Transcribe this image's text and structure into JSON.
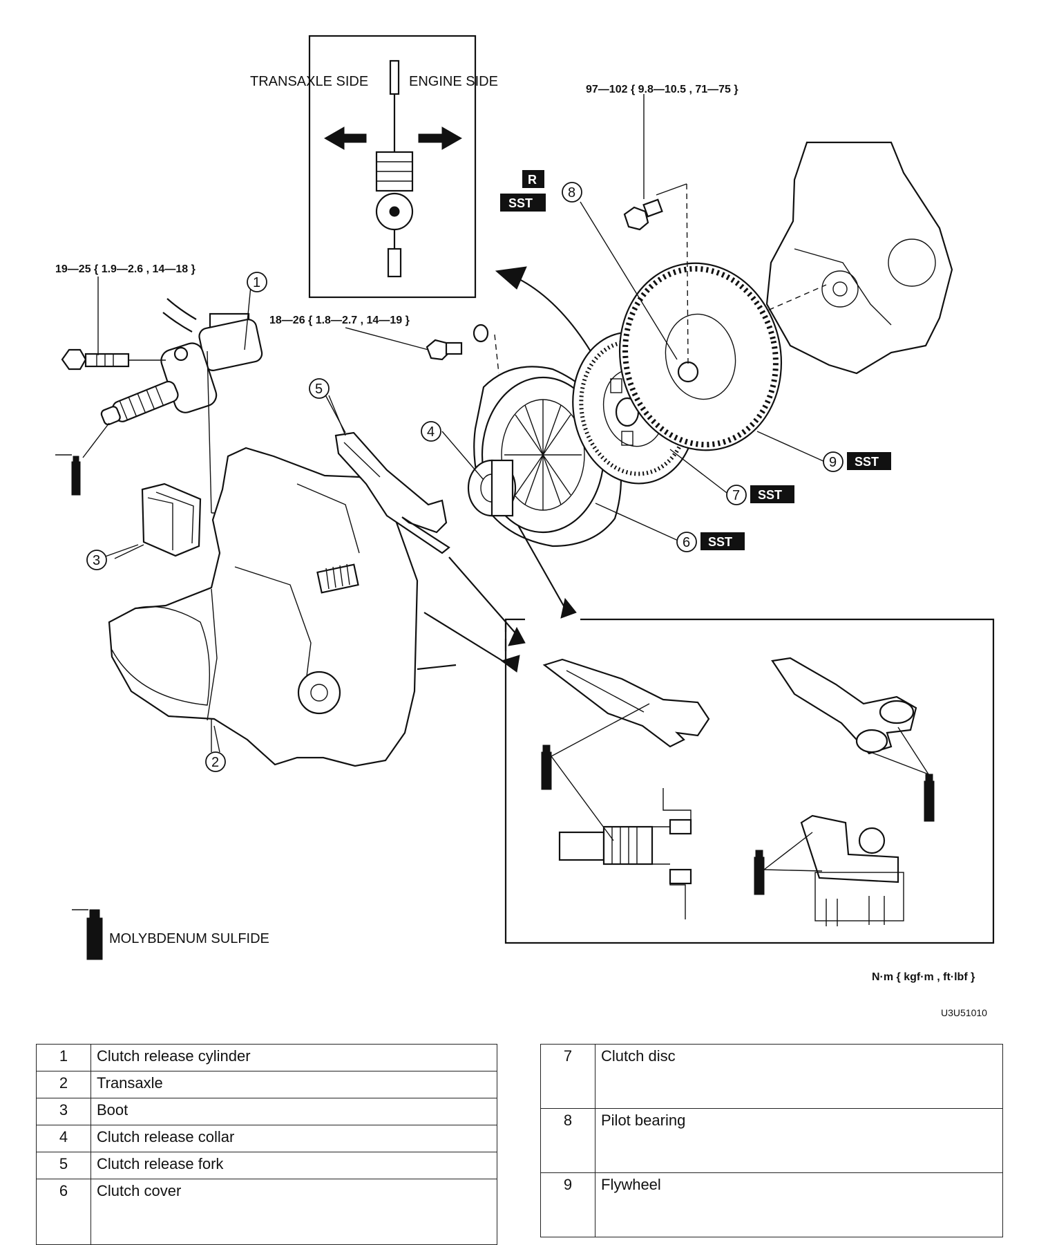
{
  "callouts": {
    "torque_release_cylinder": "19—25 { 1.9—2.6 , 14—18 }",
    "torque_clutch_cover": "18—26 { 1.8—2.7 , 14—19 }",
    "torque_flywheel": "97—102 { 9.8—10.5 , 71—75 }",
    "transaxle_side": "TRANSAXLE SIDE",
    "engine_side": "ENGINE SIDE",
    "r_badge": "R",
    "sst_badge": "SST",
    "molybdenum": "MOLYBDENUM SULFIDE",
    "units": "N·m { kgf·m , ft·lbf }",
    "figure_code": "U3U51010"
  },
  "labels": [
    "1",
    "2",
    "3",
    "4",
    "5",
    "6",
    "7",
    "8",
    "9"
  ],
  "legend_left": [
    {
      "num": "1",
      "name": "Clutch release cylinder"
    },
    {
      "num": "2",
      "name": "Transaxle"
    },
    {
      "num": "3",
      "name": "Boot"
    },
    {
      "num": "4",
      "name": "Clutch release collar"
    },
    {
      "num": "5",
      "name": "Clutch release fork"
    },
    {
      "num": "6",
      "name": "Clutch cover"
    }
  ],
  "legend_right": [
    {
      "num": "7",
      "name": "Clutch disc"
    },
    {
      "num": "8",
      "name": "Pilot bearing"
    },
    {
      "num": "9",
      "name": "Flywheel"
    }
  ]
}
